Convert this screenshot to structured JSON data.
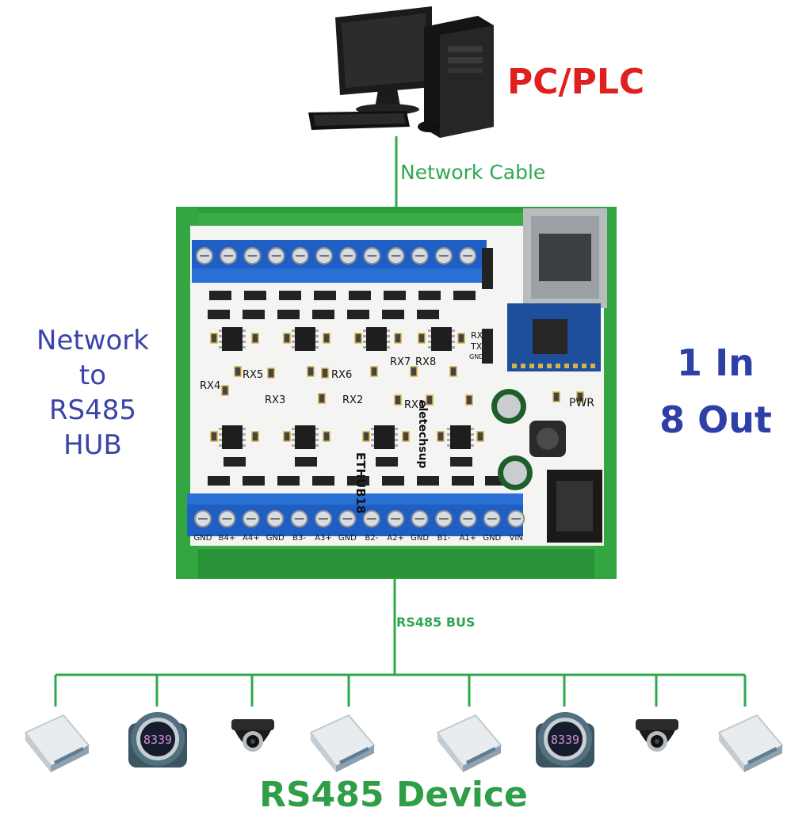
{
  "host": {
    "label": "PC/PLC",
    "label_color": "#e02020"
  },
  "link": {
    "network_cable": "Network Cable",
    "bus": "RS485 BUS"
  },
  "hub": {
    "description_lines": [
      "Network",
      "to",
      "RS485",
      "HUB"
    ],
    "io_lines": [
      "1 In",
      "8 Out"
    ],
    "board_name": "ETHUB18",
    "brand": "eletechsup",
    "power_led": "PWR",
    "rx_leds": [
      "RX1",
      "RX2",
      "RX3",
      "RX4",
      "RX5",
      "RX6",
      "RX7",
      "RX8"
    ],
    "serial_pins": [
      "RX",
      "TX",
      "GND"
    ],
    "bottom_terminals": [
      "GND",
      "B4+",
      "A4+",
      "GND",
      "B3-",
      "A3+",
      "GND",
      "B2-",
      "A2+",
      "GND",
      "B1-",
      "A1+",
      "GND",
      "VIN"
    ]
  },
  "devices": {
    "label": "RS485 Device",
    "items": [
      "card-reader-icon",
      "digital-meter-icon",
      "dome-camera-icon",
      "card-reader-icon",
      "card-reader-icon",
      "digital-meter-icon",
      "dome-camera-icon",
      "card-reader-icon"
    ]
  },
  "colors": {
    "wire": "#2fa84f",
    "terminal": "#1f5fc4",
    "rail": "#2e9e3c",
    "text_blue": "#3a43a8"
  }
}
